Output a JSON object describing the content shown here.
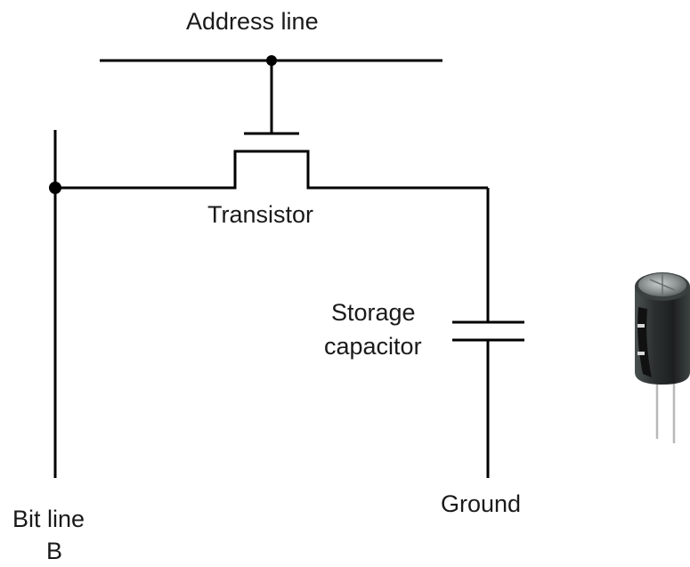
{
  "labels": {
    "address_line": "Address line",
    "transistor": "Transistor",
    "storage_line1": "Storage",
    "storage_line2": "capacitor",
    "bit_line_line1": "Bit line",
    "bit_line_line2": "B",
    "ground": "Ground"
  },
  "icons": {
    "capacitor_photo": "electrolytic-capacitor-icon"
  },
  "colors": {
    "wire": "#000000",
    "text": "#1a1a1a",
    "capacitor_body": "#2b2f2f",
    "capacitor_top": "#9aa0a0",
    "capacitor_leads": "#b8b8b8"
  }
}
